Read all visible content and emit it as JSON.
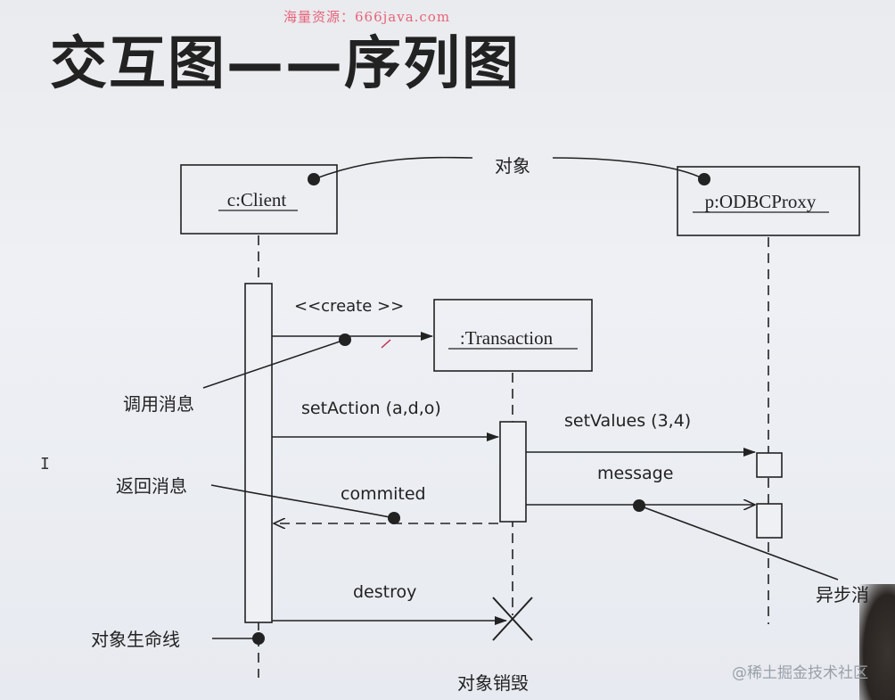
{
  "watermark_top": "海量资源：666java.com",
  "title": "交互图——序列图",
  "objects": {
    "client": "c:Client",
    "proxy": "p:ODBCProxy",
    "transaction": ":Transaction"
  },
  "messages": {
    "create": "<<create >>",
    "set_action": "setAction  (a,d,o)",
    "set_values": "setValues  (3,4)",
    "message": "message",
    "commited": "commited",
    "destroy": "destroy"
  },
  "annotations": {
    "object": "对象",
    "call_message": "调用消息",
    "return_message": "返回消息",
    "async_message": "异步消",
    "lifeline": "对象生命线",
    "destruction": "对象销毁"
  },
  "watermark_bottom": "@稀土掘金技术社区",
  "cursor_icon": "text-cursor-icon"
}
